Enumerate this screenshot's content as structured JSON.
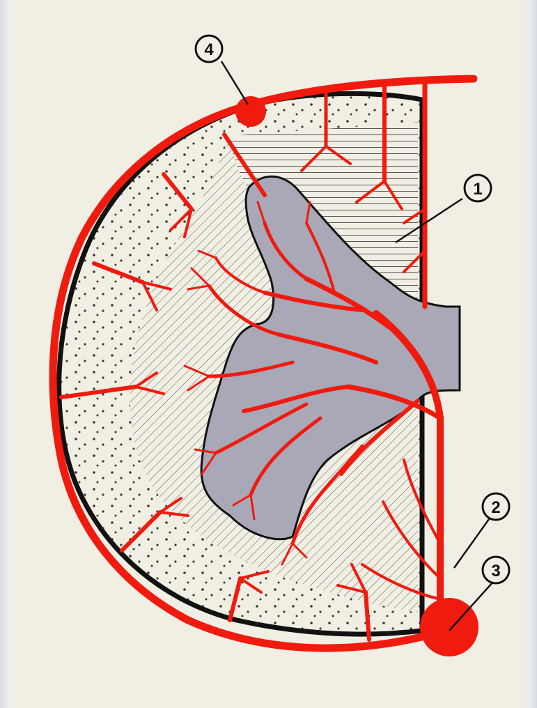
{
  "callouts": [
    {
      "id": "1",
      "label": "①"
    },
    {
      "id": "2",
      "label": "②"
    },
    {
      "id": "3",
      "label": "③"
    },
    {
      "id": "4",
      "label": "④"
    }
  ],
  "colors": {
    "background": "#f1efe3",
    "artery": "#f01a0f",
    "outline": "#111111",
    "grey_matter": "#a9a8b6",
    "hatch": "#555555",
    "dots": "#222222"
  }
}
